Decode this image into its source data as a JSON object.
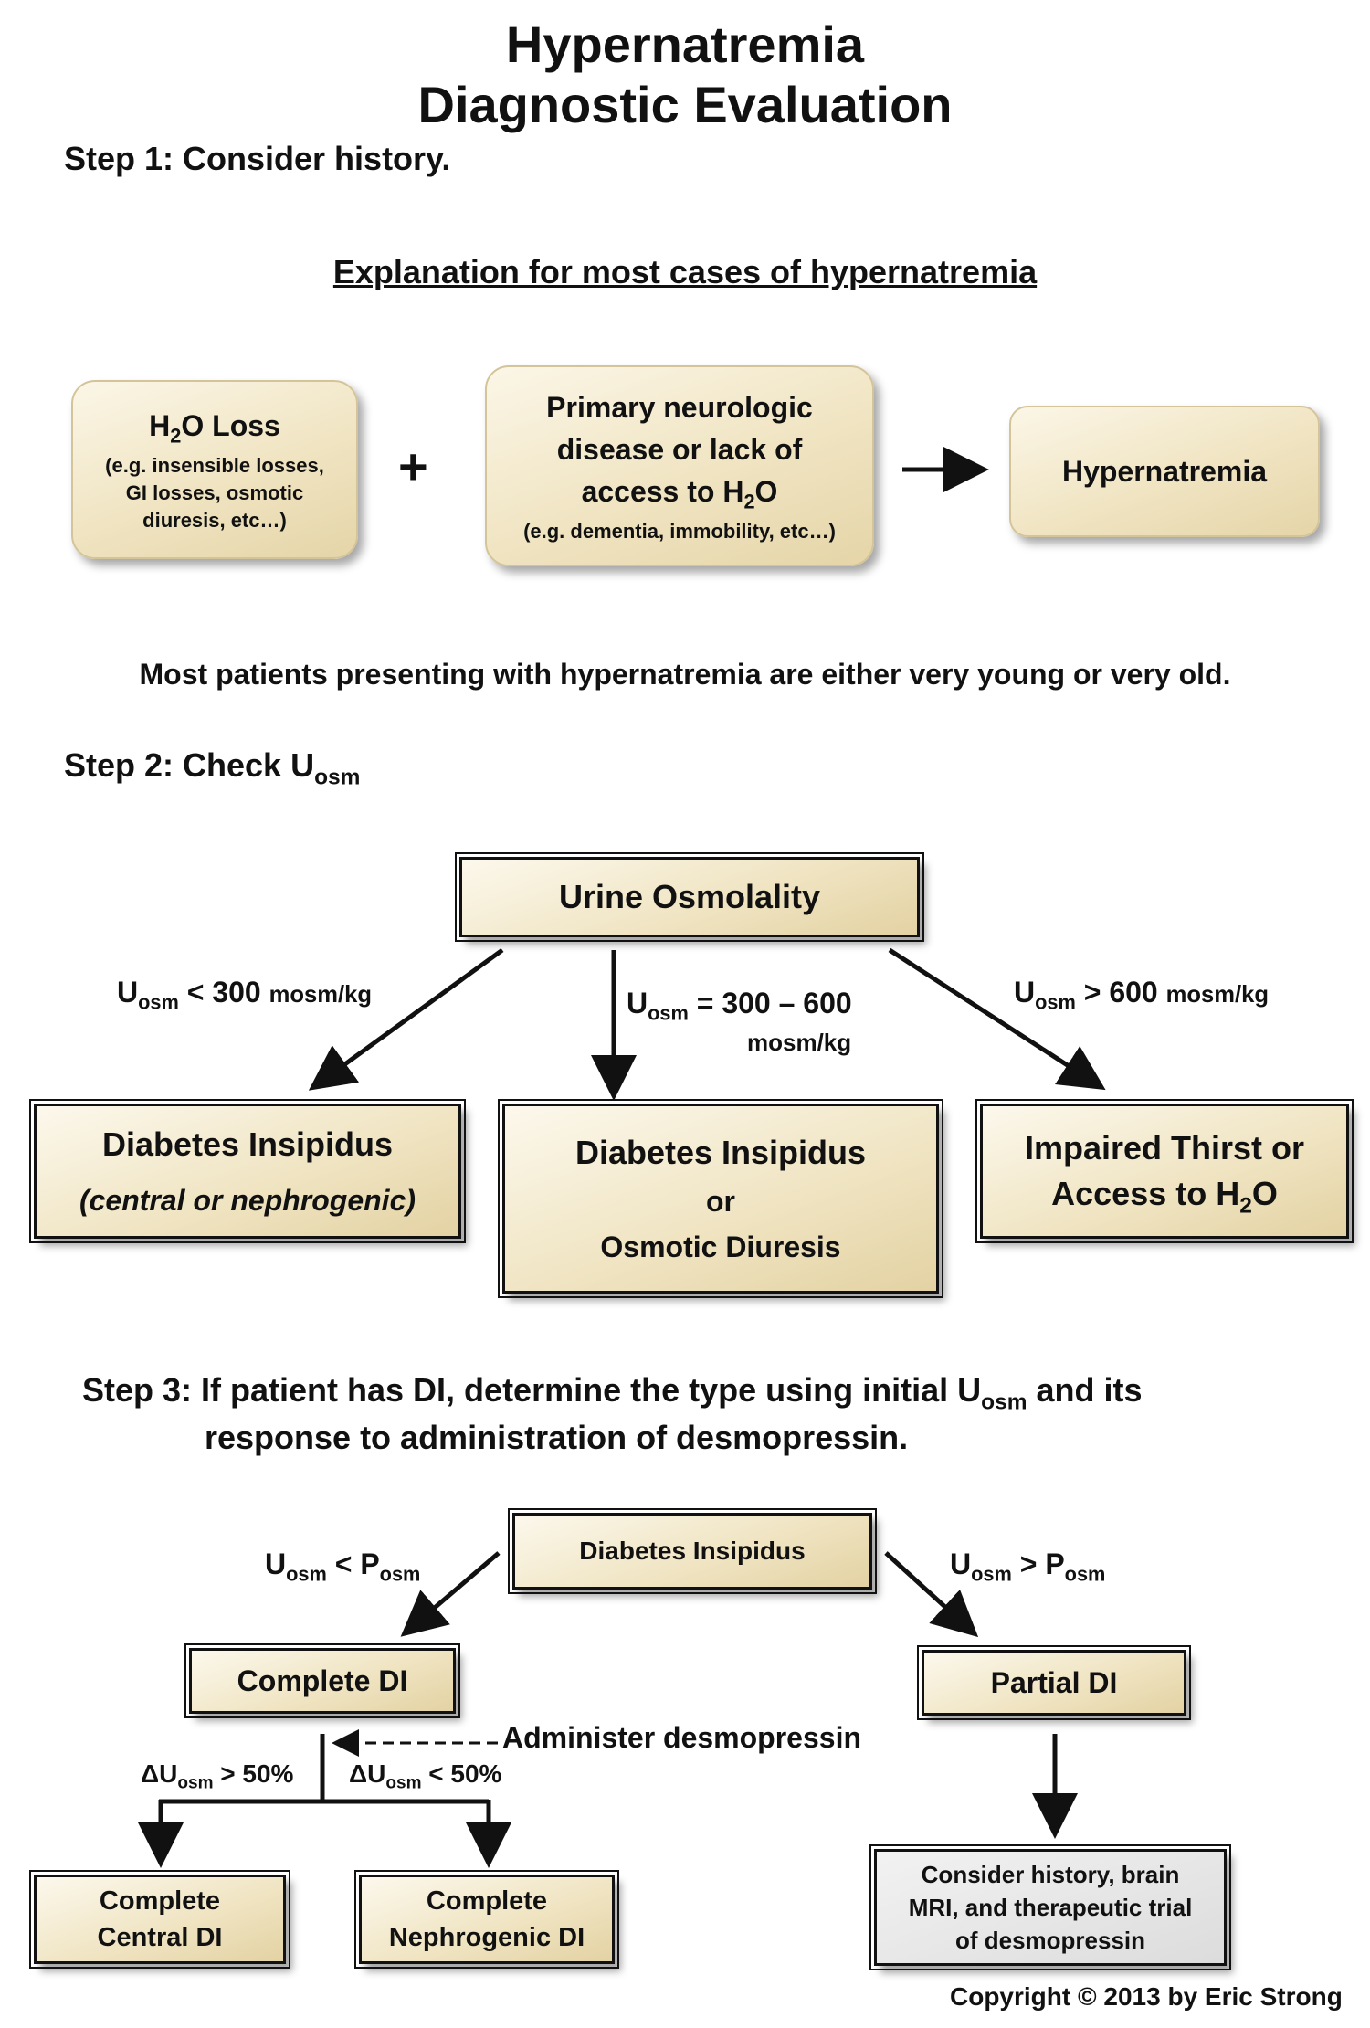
{
  "title": {
    "line1": "Hypernatremia",
    "line2": "Diagnostic Evaluation"
  },
  "step1": {
    "label": "Step 1: Consider history.",
    "subheading": "Explanation for most cases of hypernatremia",
    "box_h2o_loss": {
      "title_pre": "H",
      "title_sub": "2",
      "title_post": "O Loss",
      "detail_line1": "(e.g. insensible losses,",
      "detail_line2": "GI losses, osmotic",
      "detail_line3": "diuresis, etc…)"
    },
    "plus": "+",
    "box_neuro": {
      "line1": "Primary neurologic",
      "line2": "disease or lack of",
      "line3_pre": "access to H",
      "line3_sub": "2",
      "line3_post": "O",
      "detail": "(e.g. dementia, immobility, etc…)"
    },
    "box_result": "Hypernatremia",
    "note": "Most patients presenting with hypernatremia are either very young or very old."
  },
  "step2": {
    "label_pre": "Step 2: Check U",
    "label_sub": "osm",
    "root": "Urine Osmolality",
    "left_label": {
      "u": "U",
      "sub": "osm",
      "rel": " < 300 ",
      "unit": "mosm/kg"
    },
    "mid_label": {
      "u": "U",
      "sub": "osm",
      "rel": " = 300 – 600",
      "unit": "mosm/kg"
    },
    "right_label": {
      "u": "U",
      "sub": "osm",
      "rel": " > 600 ",
      "unit": "mosm/kg"
    },
    "left_box": {
      "line1": "Diabetes Insipidus",
      "line2": "(central or nephrogenic)"
    },
    "mid_box": {
      "line1": "Diabetes Insipidus",
      "line2": "or",
      "line3": "Osmotic Diuresis"
    },
    "right_box": {
      "line1": "Impaired Thirst or",
      "line2_pre": "Access to H",
      "line2_sub": "2",
      "line2_post": "O"
    }
  },
  "step3": {
    "line1_pre": "Step 3: If patient has DI, determine the type using initial U",
    "line1_sub": "osm",
    "line1_post": " and its",
    "line2": "response to administration of desmopressin.",
    "root": "Diabetes Insipidus",
    "left_label": {
      "u": "U",
      "sub1": "osm",
      "rel": " < P",
      "sub2": "osm"
    },
    "right_label": {
      "u": "U",
      "sub1": "osm",
      "rel": " > P",
      "sub2": "osm"
    },
    "complete_di": "Complete DI",
    "partial_di": "Partial DI",
    "desmopressin": "Administer desmopressin",
    "delta_left": {
      "pre": "ΔU",
      "sub": "osm",
      "post": " > 50%"
    },
    "delta_right": {
      "pre": "ΔU",
      "sub": "osm",
      "post": " < 50%"
    },
    "central": {
      "line1": "Complete",
      "line2": "Central DI"
    },
    "nephrogenic": {
      "line1": "Complete",
      "line2": "Nephrogenic DI"
    },
    "consider": {
      "line1": "Consider history, brain",
      "line2": "MRI, and therapeutic trial",
      "line3": "of desmopressin"
    }
  },
  "copyright": "Copyright © 2013 by Eric Strong"
}
